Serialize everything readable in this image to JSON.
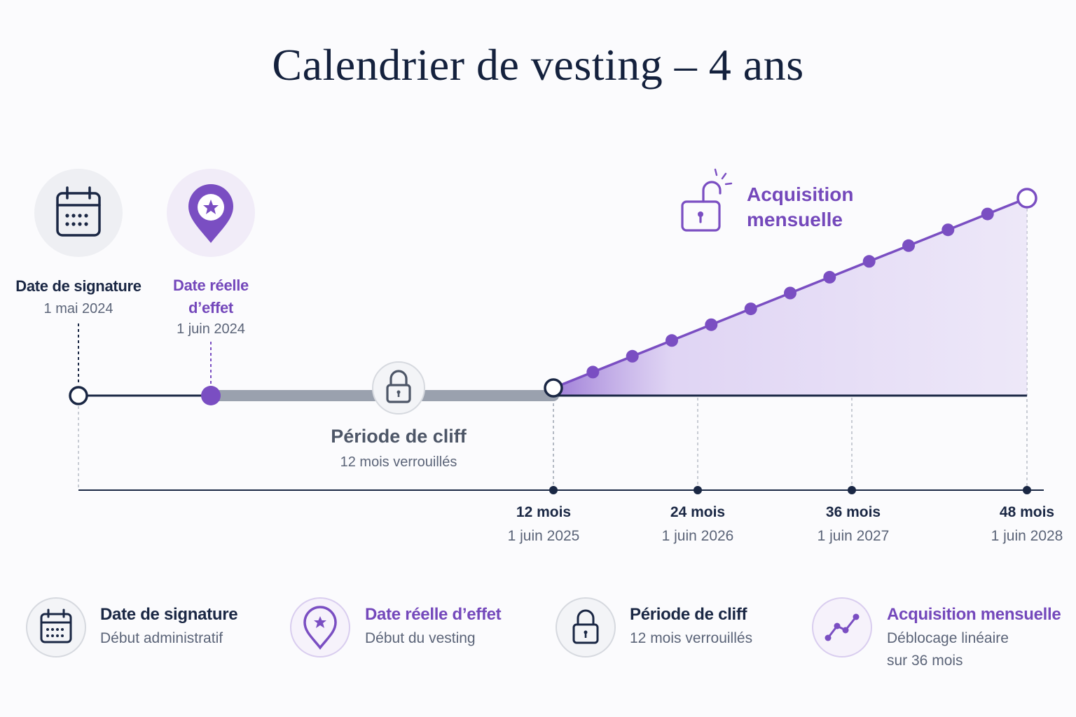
{
  "title": "Calendrier de vesting – 4 ans",
  "milestones": {
    "signature": {
      "title": "Date de signature",
      "date": "1 mai 2024"
    },
    "effective": {
      "title_line1": "Date réelle",
      "title_line2": "d’effet",
      "date": "1 juin 2024"
    }
  },
  "cliff": {
    "title": "Période de cliff",
    "subtitle": "12 mois verrouillés"
  },
  "acquisition": {
    "title_line1": "Acquisition",
    "title_line2": "mensuelle"
  },
  "ticks": [
    {
      "label": "12 mois",
      "date": "1 juin 2025"
    },
    {
      "label": "24 mois",
      "date": "1 juin 2026"
    },
    {
      "label": "36 mois",
      "date": "1 juin 2027"
    },
    {
      "label": "48 mois",
      "date": "1 juin 2028"
    }
  ],
  "legend": [
    {
      "title": "Date de signature",
      "sub": "Début administratif",
      "sub2": "",
      "icon": "calendar-icon"
    },
    {
      "title": "Date réelle d’effet",
      "sub": "Début du vesting",
      "sub2": "",
      "icon": "map-pin-star-icon"
    },
    {
      "title": "Période de cliff",
      "sub": "12 mois verrouillés",
      "sub2": "",
      "icon": "lock-icon"
    },
    {
      "title": "Acquisition mensuelle",
      "sub": "Déblocage linéaire",
      "sub2": "sur 36 mois",
      "icon": "trend-line-icon"
    }
  ],
  "colors": {
    "navy": "#1a2744",
    "purple": "#7448bb",
    "cliff_bar": "#9aa1ae",
    "purple_fill": "#c9b5ec"
  },
  "chart_data": {
    "type": "area",
    "x_unit": "mois",
    "x": [
      12,
      15,
      18,
      21,
      24,
      27,
      30,
      33,
      36,
      39,
      42,
      45,
      48
    ],
    "y": [
      0,
      1,
      2,
      3,
      4,
      5,
      6,
      7,
      8,
      9,
      10,
      11,
      12
    ]
  }
}
